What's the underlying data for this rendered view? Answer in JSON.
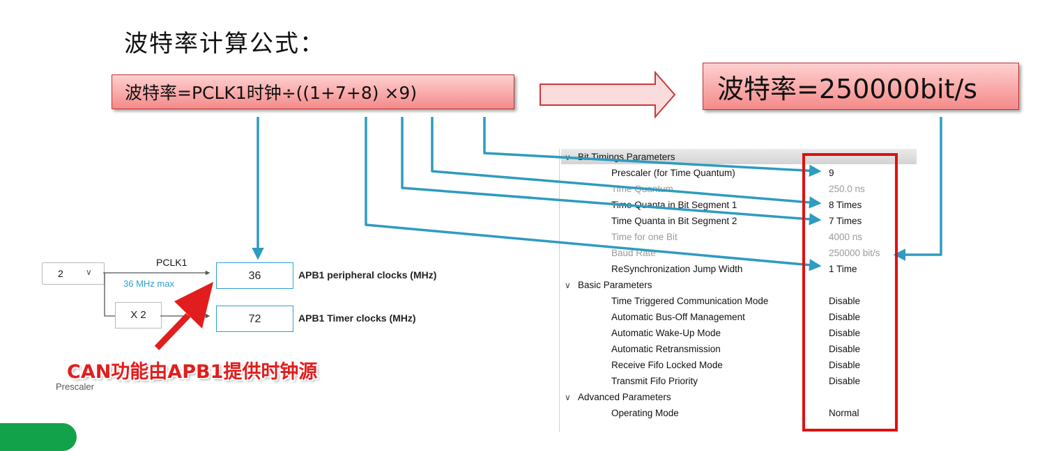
{
  "heading": "波特率计算公式：",
  "formula": "波特率=PCLK1时钟÷((1+7+8) ×9)",
  "result": "波特率=250000bit/s",
  "clock_tree": {
    "dropdown_value": "2",
    "pclk1_label": "PCLK1",
    "max_note": "36 MHz max",
    "multiplier": "X 2",
    "apb1_peripheral_value": "36",
    "apb1_peripheral_label": "APB1 peripheral clocks (MHz)",
    "apb1_timer_value": "72",
    "apb1_timer_label": "APB1 Timer clocks (MHz)",
    "prescaler_label": "Prescaler"
  },
  "annotation": "CAN功能由APB1提供时钟源",
  "params": {
    "section1": "Bit Timings Parameters",
    "prescaler_name": "Prescaler (for Time Quantum)",
    "prescaler_value": "9",
    "tq_name": "Time Quantum",
    "tq_value": "250.0 ns",
    "seg1_name": "Time Quanta in Bit Segment 1",
    "seg1_value": "8 Times",
    "seg2_name": "Time Quanta in Bit Segment 2",
    "seg2_value": "7 Times",
    "bit_time_name": "Time for one Bit",
    "bit_time_value": "4000 ns",
    "baud_name": "Baud Rate",
    "baud_value": "250000 bit/s",
    "sjw_name": "ReSynchronization Jump Width",
    "sjw_value": "1 Time",
    "section2": "Basic Parameters",
    "ttcm_name": "Time Triggered Communication Mode",
    "ttcm_value": "Disable",
    "abom_name": "Automatic Bus-Off Management",
    "abom_value": "Disable",
    "awum_name": "Automatic Wake-Up Mode",
    "awum_value": "Disable",
    "art_name": "Automatic Retransmission",
    "art_value": "Disable",
    "rflm_name": "Receive Fifo Locked Mode",
    "rflm_value": "Disable",
    "txfp_name": "Transmit Fifo Priority",
    "txfp_value": "Disable",
    "section3": "Advanced Parameters",
    "mode_name": "Operating Mode",
    "mode_value": "Normal"
  },
  "colors": {
    "arrow_blue": "#2e9bc0",
    "highlight_red": "#e01010",
    "formula_fill": "#f6a0a0",
    "clock_box_border": "#2aa0d4"
  }
}
